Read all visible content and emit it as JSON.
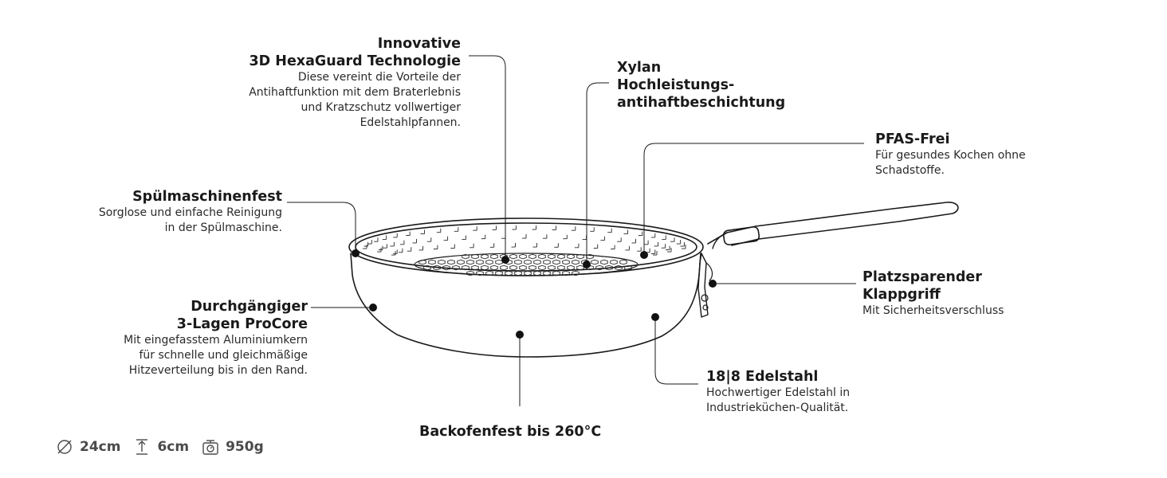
{
  "callouts": {
    "hexaguard": {
      "title_1": "Innovative",
      "title_2": "3D HexaGuard Technologie",
      "desc": [
        "Diese vereint die Vorteile der",
        "Antihaftfunktion mit dem Braterlebnis",
        "und Kratzschutz vollwertiger",
        "Edelstahlpfannen."
      ]
    },
    "xylan": {
      "title": [
        "Xylan",
        "Hochleistungs-",
        "antihaftbeschichtung"
      ]
    },
    "pfas": {
      "title": "PFAS-Frei",
      "desc": [
        "Für gesundes Kochen ohne",
        "Schadstoffe."
      ]
    },
    "dishwasher": {
      "title": "Spülmaschinenfest",
      "desc": [
        "Sorglose und einfache Reinigung",
        "in der Spülmaschine."
      ]
    },
    "procore": {
      "title": [
        "Durchgängiger",
        "3-Lagen ProCore"
      ],
      "desc": [
        "Mit eingefasstem Aluminiumkern",
        "für schnelle und gleichmäßige",
        "Hitzeverteilung bis in den Rand."
      ]
    },
    "handle": {
      "title": [
        "Platzsparender",
        "Klappgriff"
      ],
      "desc": "Mit Sicherheitsverschluss"
    },
    "steel": {
      "title": "18|8 Edelstahl",
      "desc": [
        "Hochwertiger Edelstahl in",
        "Industrieküchen-Qualität."
      ]
    },
    "oven": {
      "title": "Backofenfest bis 260°C"
    }
  },
  "specs": [
    {
      "icon": "diameter-icon",
      "value": "24cm"
    },
    {
      "icon": "height-icon",
      "value": "6cm"
    },
    {
      "icon": "scale-icon",
      "value": "950g"
    }
  ],
  "colors": {
    "line": "#1a1a1a",
    "spec_text": "#4a4a4a"
  }
}
